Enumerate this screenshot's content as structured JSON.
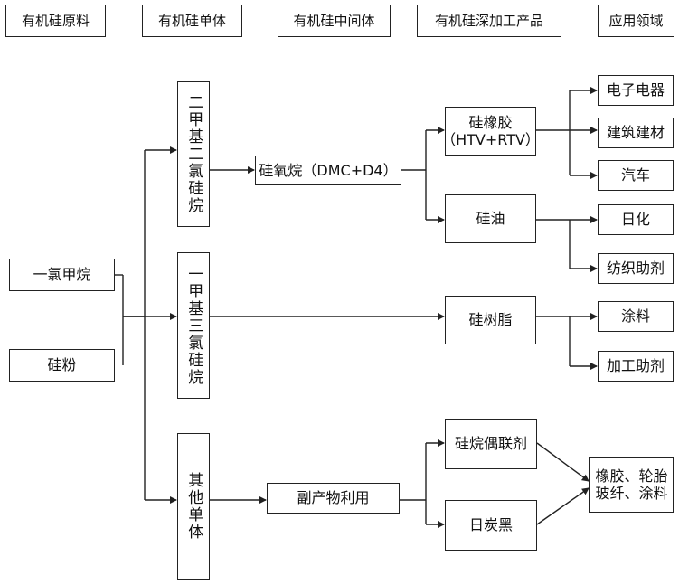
{
  "headers": [
    "有机硅原料",
    "有机硅单体",
    "有机硅中间体",
    "有机硅深加工产品",
    "应用领域"
  ],
  "raw_materials": [
    "一氯甲烷",
    "硅粉"
  ],
  "monomers": [
    "二甲基二氯硅烷",
    "一甲基三氯硅烷",
    "其他单体"
  ],
  "intermediates": [
    "硅氧烷（DMC+D4）",
    "副产物利用"
  ],
  "products": [
    "硅橡胶\n（HTV+RTV）",
    "硅油",
    "硅树脂",
    "硅烷偶联剂",
    "日炭黑"
  ],
  "applications": [
    "电子电器",
    "建筑建材",
    "汽车",
    "日化",
    "纺织助剂",
    "涂料",
    "加工助剂",
    "橡胶、轮胎\n玻纤、涂料"
  ],
  "colors": {
    "line": "#222222",
    "text": "#111111",
    "background": "#ffffff"
  }
}
